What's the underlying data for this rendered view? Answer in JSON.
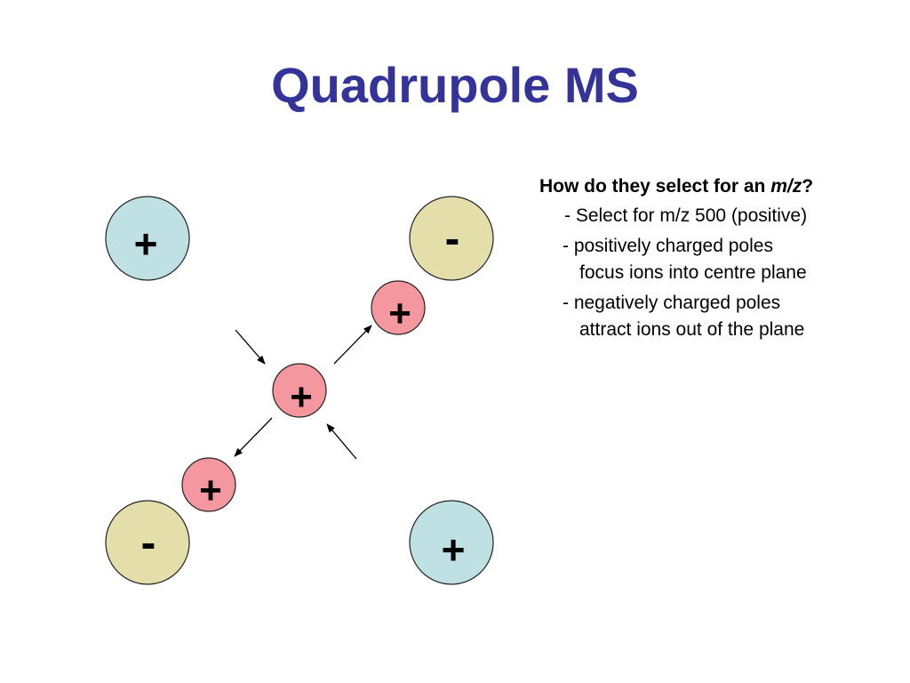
{
  "slide": {
    "title": "Quadrupole MS"
  },
  "diagram": {
    "colors": {
      "positive_pole": "#bfe1e3",
      "negative_pole": "#e3deaa",
      "ion": "#f4979e",
      "stroke": "#222222"
    },
    "poles": [
      {
        "id": "top-left",
        "sign": "+"
      },
      {
        "id": "top-right",
        "sign": "-"
      },
      {
        "id": "bottom-left",
        "sign": "-"
      },
      {
        "id": "bottom-right",
        "sign": "+"
      }
    ],
    "ions": [
      {
        "id": "upper",
        "sign": "+"
      },
      {
        "id": "center",
        "sign": "+"
      },
      {
        "id": "lower",
        "sign": "+"
      }
    ]
  },
  "notes": {
    "question_prefix": "How do they select for an ",
    "question_mz": "m/z",
    "question_suffix": "?",
    "bullets": [
      {
        "line1": "- Select for m/z 500 (positive)",
        "line2": ""
      },
      {
        "line1": "- positively charged poles",
        "line2": "focus ions into centre plane"
      },
      {
        "line1": "- negatively charged poles",
        "line2": "attract ions out of the plane"
      }
    ]
  }
}
